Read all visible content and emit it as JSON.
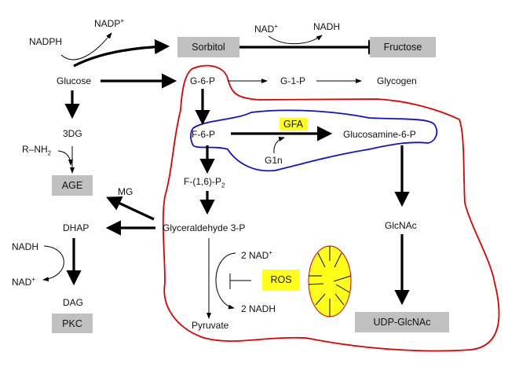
{
  "nodes": {
    "nadph_top": "NADPH",
    "nadp_plus": "NADP",
    "nadp_plus_sup": "+",
    "sorbitol": "Sorbitol",
    "nad_plus_top": "NAD",
    "nad_plus_top_sup": "+",
    "nadh_top": "NADH",
    "fructose": "Fructose",
    "glucose": "Glucose",
    "g6p": "G-6-P",
    "g1p": "G-1-P",
    "glycogen": "Glycogen",
    "dg3": "3DG",
    "r_nh2": "R–NH",
    "r_nh2_sub": "2",
    "age": "AGE",
    "f6p": "F-6-P",
    "gfa": "GFA",
    "glucosamine6p": "Glucosamine-6-P",
    "g1n": "G1n",
    "f16p2": "F-(1,6)-P",
    "f16p2_sub": "2",
    "mg": "MG",
    "dhap": "DHAP",
    "gly3p": "Glyceraldehyde 3-P",
    "nadh_left": "NADH",
    "nad_plus_left": "NAD",
    "nad_plus_left_sup": "+",
    "dag": "DAG",
    "pkc": "PKC",
    "two_nad_plus": "2 NAD",
    "two_nad_plus_sup": "+",
    "ros": "ROS",
    "two_nadh": "2 NADH",
    "pyruvate": "Pyruvate",
    "glcnac": "GlcNAc",
    "udp_glcnac": "UDP-GlcNAc"
  },
  "colors": {
    "box_gray": "#c0c0c0",
    "highlight_yellow": "#ffff1a",
    "outline_red": "#e00000",
    "outline_blue": "#1010d0",
    "arrow_black": "#000000"
  }
}
